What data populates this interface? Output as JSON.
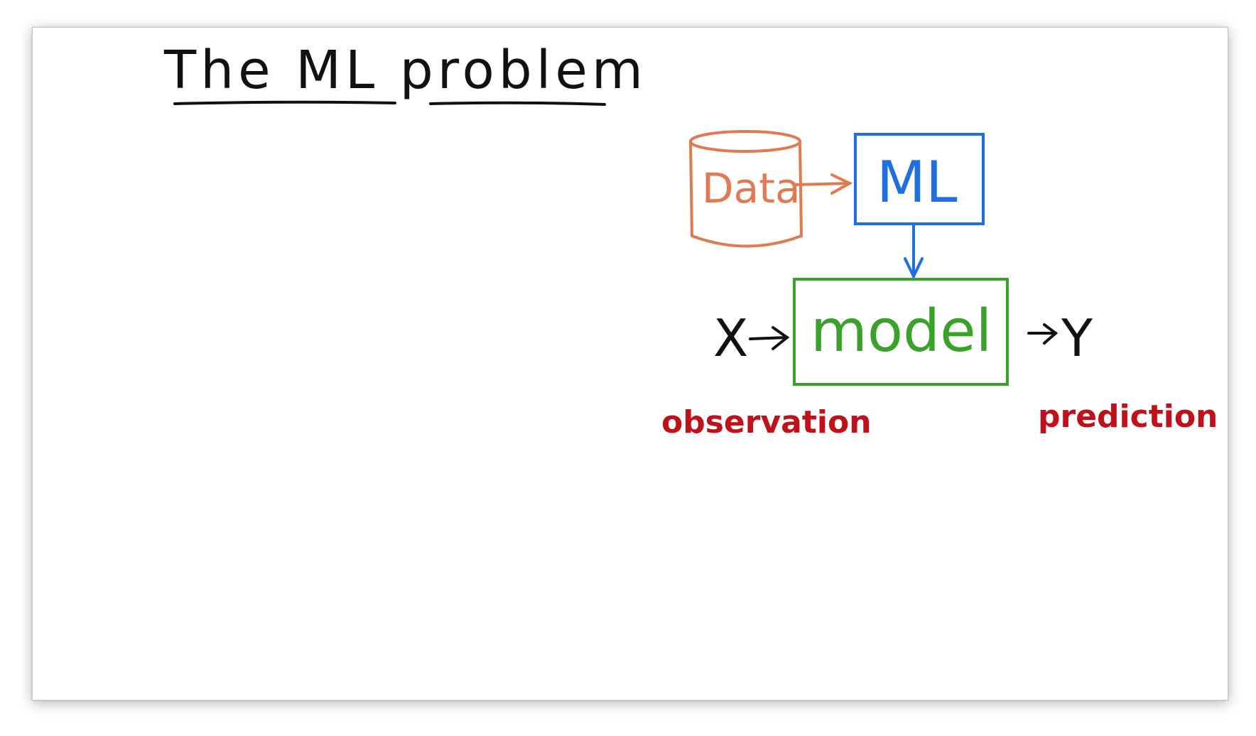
{
  "title": "The ML problem",
  "diagram": {
    "data_label": "Data",
    "ml_label": "ML",
    "model_label": "model",
    "input_label": "X",
    "output_label": "Y",
    "input_caption": "observation",
    "output_caption": "prediction"
  },
  "colors": {
    "ink": "#111111",
    "data": "#e07a52",
    "ml": "#1f6fe0",
    "model": "#3aa12a",
    "caption": "#c0101a"
  }
}
